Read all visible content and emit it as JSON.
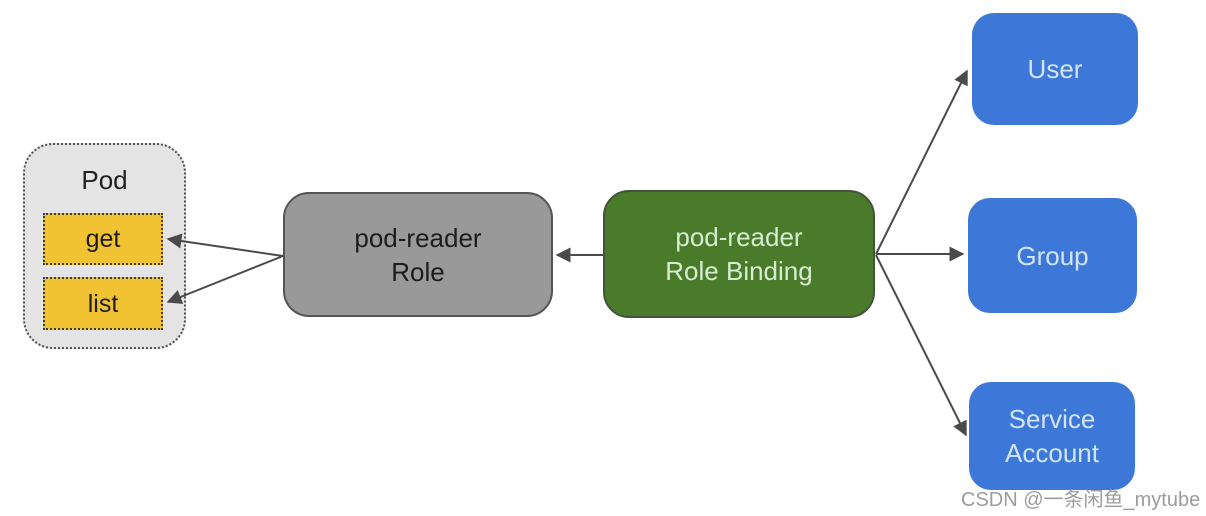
{
  "diagram": {
    "pod": {
      "label": "Pod",
      "verbs": [
        {
          "label": "get"
        },
        {
          "label": "list"
        }
      ]
    },
    "role": {
      "line1": "pod-reader",
      "line2": "Role"
    },
    "role_binding": {
      "line1": "pod-reader",
      "line2": "Role Binding"
    },
    "subjects": [
      {
        "label": "User"
      },
      {
        "label": "Group"
      },
      {
        "label": "Service Account"
      }
    ],
    "watermark": "CSDN @一条闲鱼_mytube",
    "colors": {
      "pod_container_fill": "#e4e4e4",
      "verb_fill": "#f1c232",
      "role_fill": "#999999",
      "role_binding_fill": "#4a7b2a",
      "subject_fill": "#3d78d8",
      "subject_text": "#d2e4f6",
      "role_binding_text": "#d8ecd2",
      "arrow": "#4a4a4a"
    }
  }
}
